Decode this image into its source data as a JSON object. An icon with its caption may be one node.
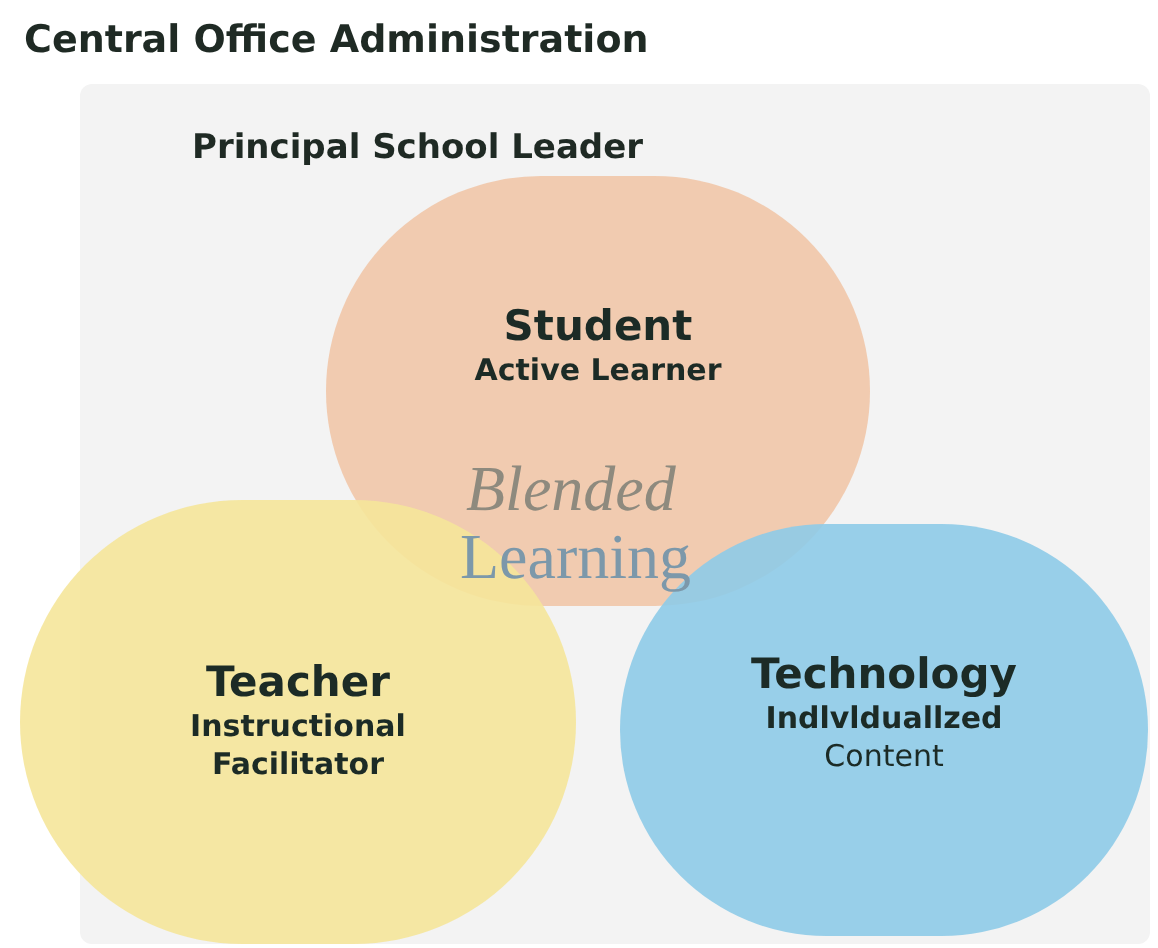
{
  "diagram": {
    "title": "Central Office Administration",
    "nodes": [
      {
        "text": [
          "Principal School Leader"
        ]
      },
      {
        "text": [
          "Student",
          "Active Learner"
        ],
        "in": 0
      },
      {
        "text": [
          "Teacher",
          "Instructional Facilitator"
        ],
        "in": 0
      },
      {
        "text": [
          "Technology",
          "Indlvlduallzed",
          "Content"
        ],
        "in": 0
      }
    ],
    "labels": [
      "Blended",
      "Learning"
    ]
  }
}
